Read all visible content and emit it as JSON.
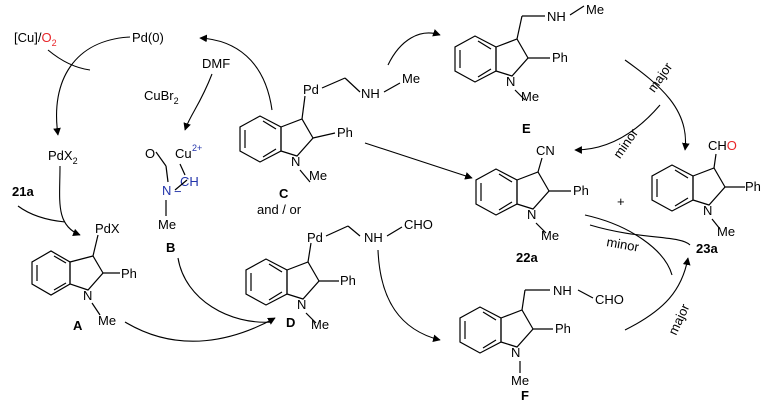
{
  "reagents": {
    "cu_o2_cu": "[Cu]/",
    "cu_o2_o2": "O",
    "cu_o2_o2_sub": "2",
    "pd0": "Pd(0)",
    "pdx2": "PdX",
    "pdx2_sub": "2",
    "cubr2": "CuBr",
    "cubr2_sub": "2",
    "dmf": "DMF",
    "and_or": "and / or"
  },
  "compounds": {
    "start": "21a",
    "A": "A",
    "B": "B",
    "C": "C",
    "D": "D",
    "E": "E",
    "F": "F",
    "p22a": "22a",
    "p23a": "23a"
  },
  "atoms": {
    "pdx": "PdX",
    "pd": "Pd",
    "ph": "Ph",
    "n": "N",
    "me": "Me",
    "nh": "NH",
    "cho": "CHO",
    "c_letter": "CH",
    "o_letter": "O",
    "o_red": "O",
    "cu": "Cu",
    "charge_2plus": "2+",
    "minus": "−",
    "cn": "CN"
  },
  "arrow_labels": {
    "major_top": "major",
    "minor_top": "minor",
    "minor_bottom": "minor",
    "major_bottom": "major",
    "plus": "+"
  },
  "colors": {
    "oxygen_red": "#e8262a",
    "nitrogen_blue": "#2233aa"
  }
}
